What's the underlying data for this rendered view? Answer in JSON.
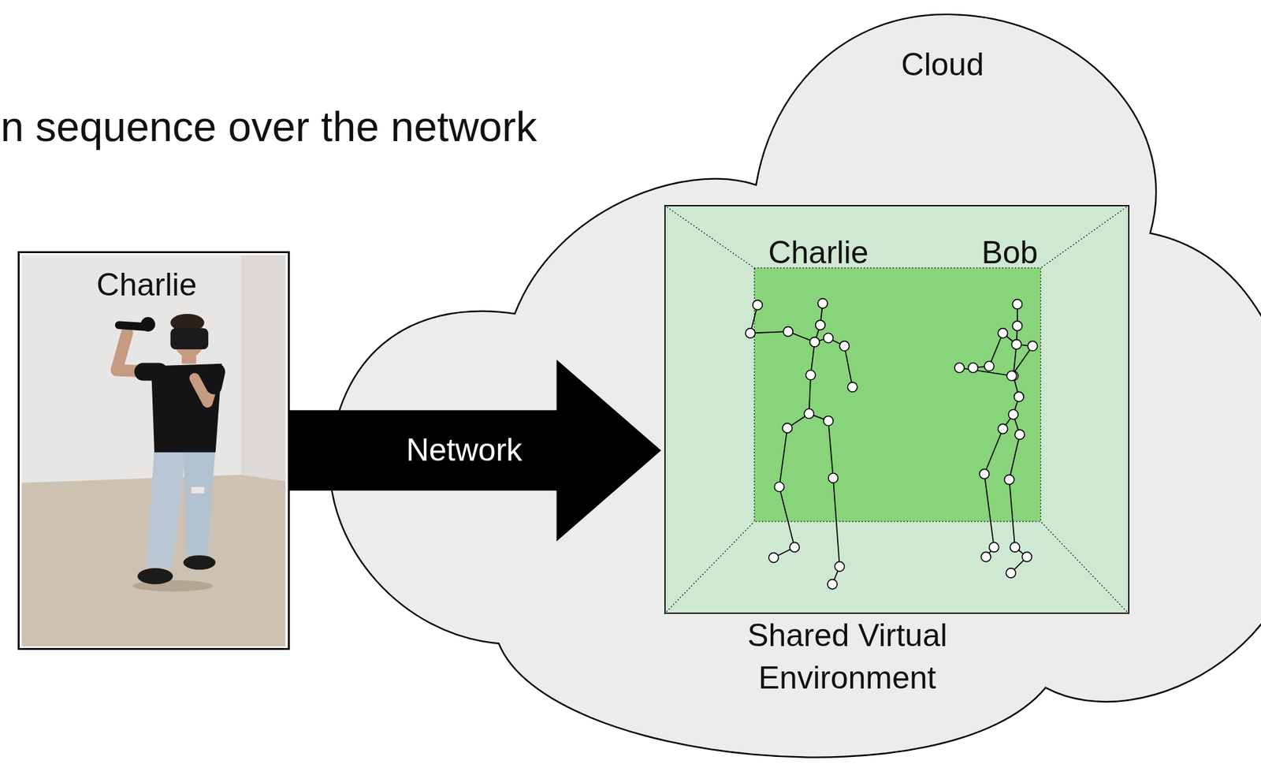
{
  "diagram": {
    "title": "n sequence over the network",
    "nodes": [
      {
        "text": [
          "Charlie"
        ]
      },
      {
        "text": [
          "Cloud"
        ]
      },
      {
        "text": [
          "Charlie",
          "Bob",
          "Shared Virtual Environment"
        ],
        "in": 1
      }
    ],
    "edges": [
      {
        "from": 0,
        "to": 2,
        "arrow": "to",
        "label": "Network"
      }
    ]
  }
}
